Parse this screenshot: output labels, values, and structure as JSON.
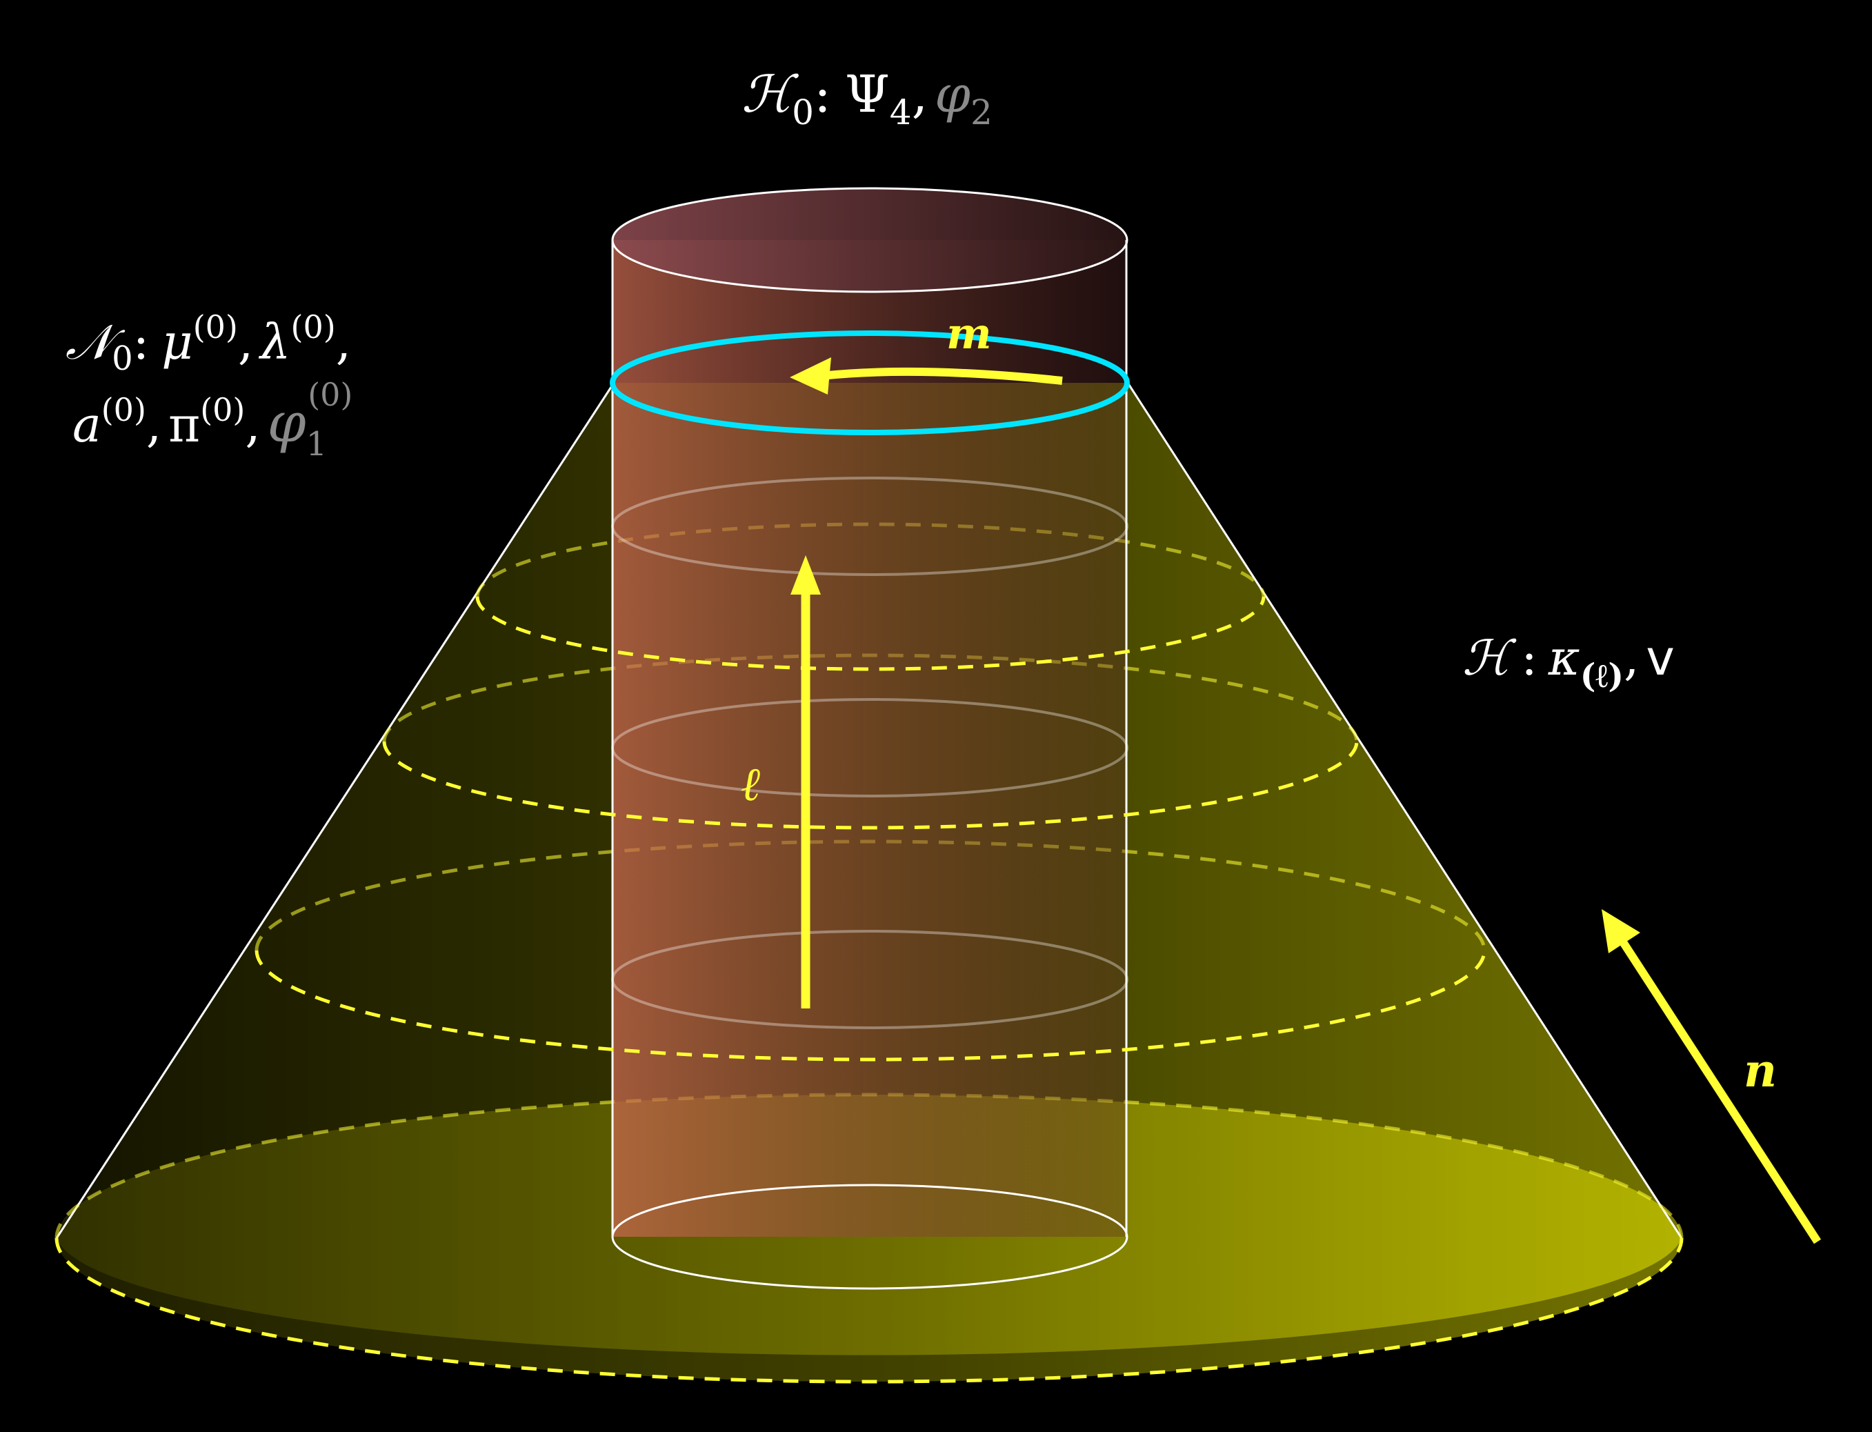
{
  "labels": {
    "scri_top": {
      "symbol": "ℋ",
      "subscript": "0",
      "colon": ":",
      "psi": "Ψ",
      "psi_sub": "4",
      "comma": ",",
      "phi": "φ",
      "phi_sub": "2"
    },
    "null_cone_left": {
      "symbol": "𝒩",
      "subscript": "0",
      "colon": ":",
      "mu": "μ",
      "lambda": "λ",
      "a": "a",
      "pi": "π",
      "sup": "(0)",
      "comma": ",",
      "phi": "φ",
      "phi_sub": "1"
    },
    "horizon_right": {
      "symbol": "ℋ",
      "colon": ":",
      "kappa": "κ",
      "kappa_sub": "(ℓ)",
      "comma": ",",
      "v": "v"
    }
  },
  "vectors": {
    "m": "m",
    "l": "ℓ",
    "n": "n"
  },
  "colors": {
    "background": "#000000",
    "cone_fill": "#ffff00",
    "cylinder_fill": "#9b5040",
    "dashed_rings": "#ffff33",
    "top_ring": "#00e5ff",
    "vectors": "#ffff33",
    "outlines": "#ffffff",
    "gray_text": "#8a8a8a"
  }
}
